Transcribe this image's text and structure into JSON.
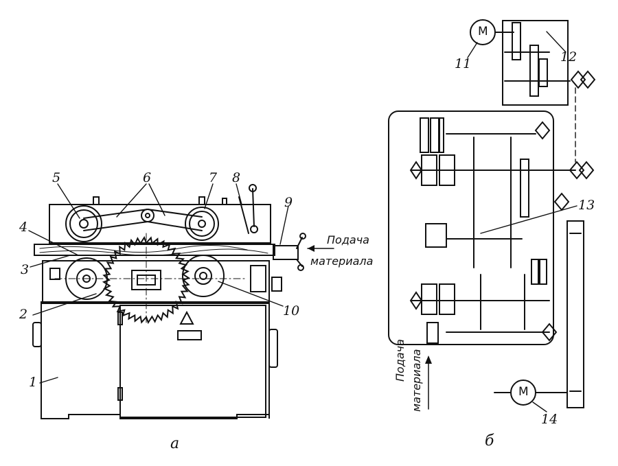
{
  "figure_a": {
    "caption": "а",
    "feed_text": [
      "Подача",
      "материала"
    ],
    "labels": [
      "1",
      "2",
      "3",
      "4",
      "5",
      "6",
      "7",
      "8",
      "9",
      "10"
    ]
  },
  "figure_b": {
    "caption": "б",
    "feed_text": [
      "Подача",
      "материала"
    ],
    "labels": [
      "11",
      "12",
      "13",
      "14"
    ],
    "motor_symbol": "М"
  }
}
